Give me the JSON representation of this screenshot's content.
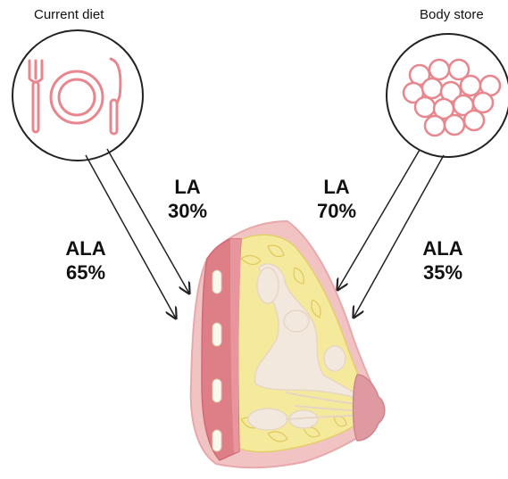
{
  "sources": {
    "diet": {
      "caption": "Current diet",
      "icon": "fork-plate-knife-icon"
    },
    "store": {
      "caption": "Body store",
      "icon": "fat-cells-icon"
    }
  },
  "labels": {
    "diet_la": {
      "name": "LA",
      "value": "30%"
    },
    "diet_ala": {
      "name": "ALA",
      "value": "65%"
    },
    "store_la": {
      "name": "LA",
      "value": "70%"
    },
    "store_ala": {
      "name": "ALA",
      "value": "35%"
    }
  },
  "colors": {
    "icon_stroke": "#e8868e",
    "skin": "#f2c3c3",
    "skin_dark": "#e7a9ab",
    "muscle": "#de7e87",
    "fat": "#f5ea9c",
    "gland": "#f3e8dd",
    "areola": "#df9aa1"
  }
}
